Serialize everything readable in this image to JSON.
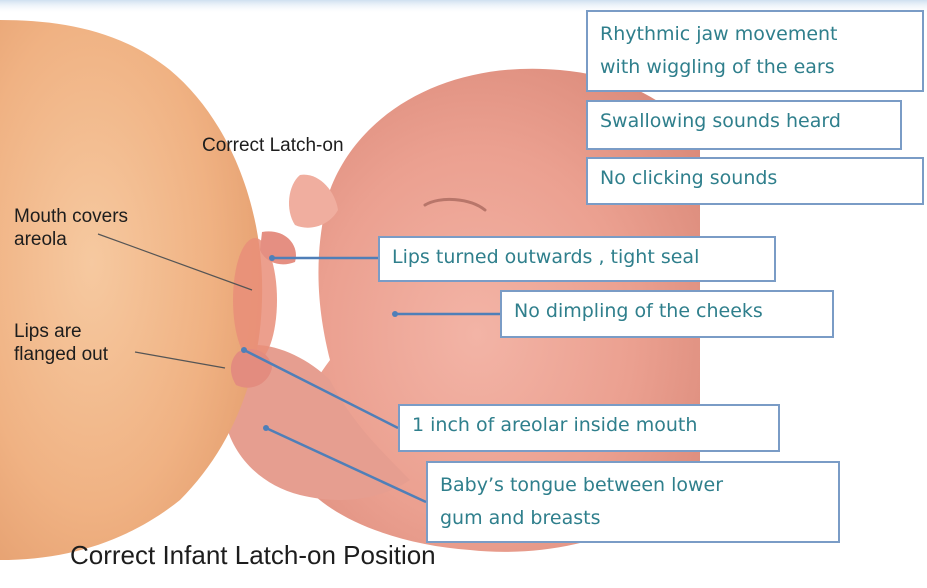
{
  "image_labels": {
    "title_label": "Correct Latch-on",
    "mouth_label": "Mouth covers\nareola",
    "lips_label": "Lips are\nflanged out",
    "caption": "Correct Infant Latch-on Position"
  },
  "callouts": [
    "Rhythmic jaw movement\nwith wiggling of the ears",
    "Swallowing sounds heard",
    "No clicking sounds",
    "Lips turned outwards , tight seal",
    "No dimpling of the cheeks",
    "1 inch of areolar inside mouth",
    "Baby’s tongue between lower\ngum and breasts"
  ],
  "colors": {
    "box_border": "#7a9cc6",
    "box_text": "#2f7f8c",
    "skin_breast": "#f2b98a",
    "skin_baby": "#efa99b",
    "pointer_line": "#4f7fb8"
  }
}
